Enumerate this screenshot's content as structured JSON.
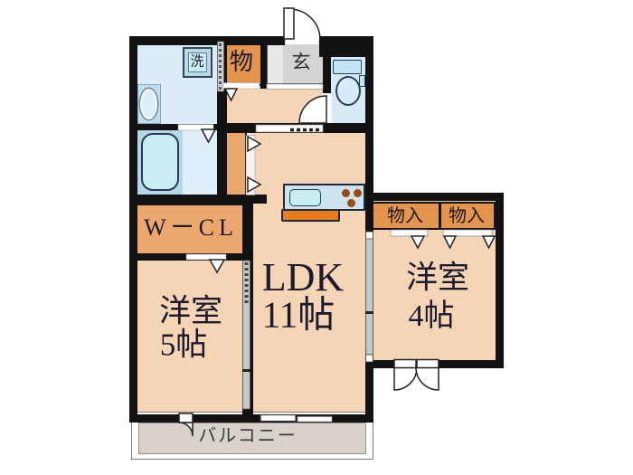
{
  "plan": {
    "type": "apartment-floor-plan",
    "rooms": {
      "washroom": {
        "washer_label": "洗"
      },
      "hall_storage": {
        "label": "物"
      },
      "entrance": {
        "label": "玄"
      },
      "walk_in_closet": {
        "label": "WーCL"
      },
      "ldk": {
        "label": "LDK",
        "size": "11帖"
      },
      "bedroom_west": {
        "label": "洋室",
        "size": "5帖"
      },
      "bedroom_east": {
        "label": "洋室",
        "size": "4帖"
      },
      "storage_east_1": {
        "label": "物入"
      },
      "storage_east_2": {
        "label": "物入"
      },
      "balcony": {
        "label": "バルコニー"
      }
    },
    "colors": {
      "wall": "#121212",
      "room_floor_peach": "#f5d5b5",
      "storage_orange": "#e5944e",
      "closet_orange": "#eba76e",
      "wet_area_blue": "#dcedf8",
      "bath_deck_blue": "#b4d6e9",
      "tub_cyan": "#c9edf3",
      "entrance_gray": "#d4d4d4",
      "balcony_gray": "#d8d2ca",
      "kitchen_base_orange": "#e87c1e",
      "text": "#1a1a2c"
    }
  }
}
